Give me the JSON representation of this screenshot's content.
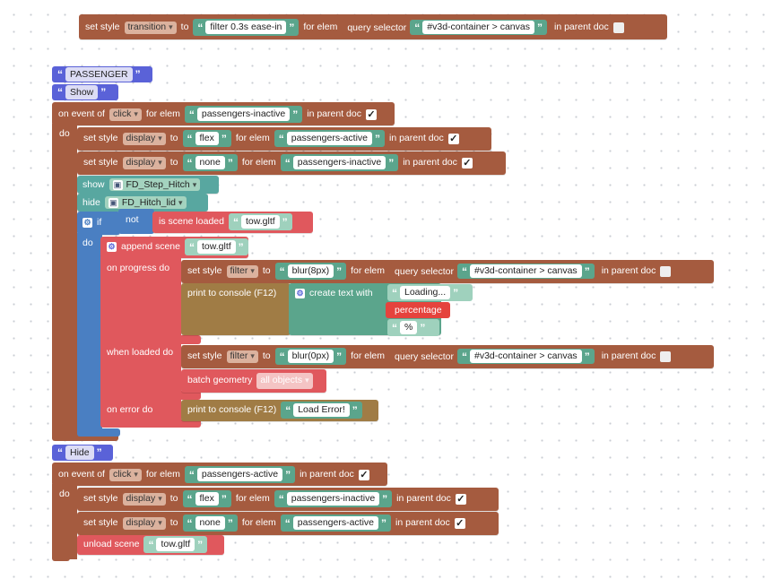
{
  "top_block": {
    "prefix": "set style",
    "prop": "transition",
    "to": "to",
    "value": "filter 0.3s ease-in",
    "for_elem": "for elem",
    "query_selector": "query selector",
    "selector": "#v3d-container > canvas",
    "in_parent_doc": "in parent doc",
    "checked": false
  },
  "passenger_group": {
    "comment_1": "PASSENGER",
    "comment_2": "Show",
    "event": {
      "label": "on event of",
      "event": "click",
      "for_elem": "for elem",
      "target": "passengers-inactive",
      "in_parent_doc": "in parent doc",
      "checked": true
    },
    "do_label": "do",
    "set_style_1": {
      "label": "set style",
      "prop": "display",
      "to": "to",
      "value": "flex",
      "for_elem": "for elem",
      "target": "passengers-active",
      "in_parent_doc": "in parent doc",
      "checked": true
    },
    "set_style_2": {
      "label": "set style",
      "prop": "display",
      "to": "to",
      "value": "none",
      "for_elem": "for elem",
      "target": "passengers-inactive",
      "in_parent_doc": "in parent doc",
      "checked": true
    },
    "show": {
      "label": "show",
      "object": "FD_Step_Hitch"
    },
    "hide": {
      "label": "hide",
      "object": "FD_Hitch_lid"
    },
    "if_block": {
      "if_label": "if",
      "not_label": "not",
      "is_scene_loaded": "is scene loaded",
      "scene": "tow.gltf",
      "do_label": "do",
      "append": {
        "label": "append scene",
        "scene": "tow.gltf"
      },
      "on_progress": {
        "label": "on progress do",
        "set_style": {
          "label": "set style",
          "prop": "filter",
          "to": "to",
          "value": "blur(8px)",
          "for_elem": "for elem",
          "query_selector": "query selector",
          "selector": "#v3d-container > canvas",
          "in_parent_doc": "in parent doc",
          "checked": false
        },
        "print": {
          "label": "print to console (F12)",
          "create_text": "create text with",
          "parts": [
            "Loading...",
            "percentage",
            "%"
          ]
        }
      },
      "when_loaded": {
        "label": "when loaded do",
        "set_style": {
          "label": "set style",
          "prop": "filter",
          "to": "to",
          "value": "blur(0px)",
          "for_elem": "for elem",
          "query_selector": "query selector",
          "selector": "#v3d-container > canvas",
          "in_parent_doc": "in parent doc",
          "checked": false
        },
        "batch": {
          "label": "batch geometry",
          "target": "all objects"
        }
      },
      "on_error": {
        "label": "on error do",
        "print": "print to console (F12)",
        "message": "Load Error!"
      }
    }
  },
  "hide_group": {
    "comment": "Hide",
    "event": {
      "label": "on event of",
      "event": "click",
      "for_elem": "for elem",
      "target": "passengers-active",
      "in_parent_doc": "in parent doc",
      "checked": true
    },
    "do_label": "do",
    "set_style_1": {
      "label": "set style",
      "prop": "display",
      "to": "to",
      "value": "flex",
      "for_elem": "for elem",
      "target": "passengers-inactive",
      "in_parent_doc": "in parent doc",
      "checked": true
    },
    "set_style_2": {
      "label": "set style",
      "prop": "display",
      "to": "to",
      "value": "none",
      "for_elem": "for elem",
      "target": "passengers-active",
      "in_parent_doc": "in parent doc",
      "checked": true
    },
    "unload": {
      "label": "unload scene",
      "scene": "tow.gltf"
    }
  },
  "icons": {
    "quote": "“",
    "quote_close": "”",
    "check": "✓",
    "gear": "⚙",
    "cube": "▣"
  },
  "colors": {
    "html": "#a55b3f",
    "text": "#5ba58c",
    "scene": "#e0585d",
    "logic": "#4a7fc2",
    "comment": "#5a62d8",
    "objects": "#58a7a0",
    "print": "#a07c45",
    "text_create": "#5ba58c"
  }
}
